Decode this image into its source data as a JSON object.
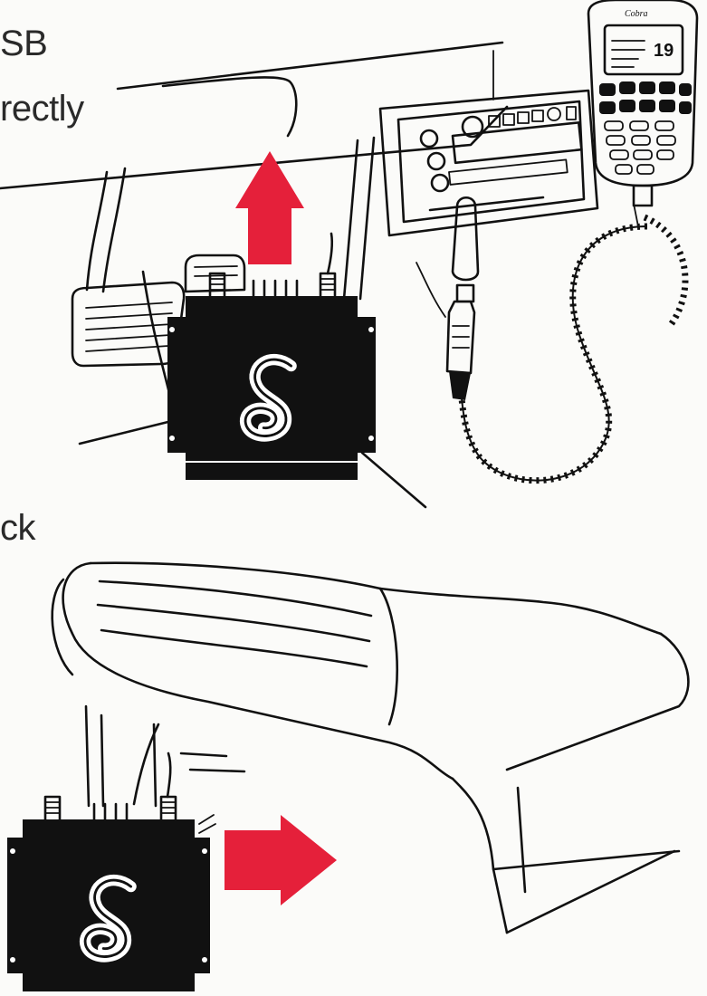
{
  "captions": [
    "SB",
    "rectly",
    "ck"
  ],
  "microphone": {
    "brand": "Cobra",
    "channel": "19"
  },
  "colors": {
    "arrow": "#e5203a",
    "line": "#111111",
    "radio_body": "#111111",
    "background": "#fbfbf9"
  },
  "icons": {
    "radio_logo": "cobra-snake-icon",
    "arrow_up": "arrow-up-icon",
    "arrow_right": "arrow-right-icon"
  }
}
